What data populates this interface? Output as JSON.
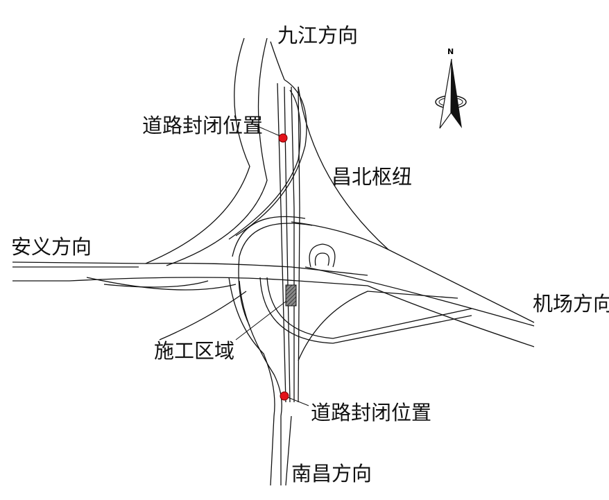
{
  "labels": {
    "north_direction": "九江方向",
    "west_direction": "安义方向",
    "east_direction": "机场方向",
    "south_direction": "南昌方向",
    "interchange": "昌北枢纽",
    "closure_north": "道路封闭位置",
    "closure_south": "道路封闭位置",
    "construction_zone": "施工区域"
  },
  "north_arrow": {
    "letter": "N"
  },
  "colors": {
    "closure_marker": "#e3131b",
    "construction_fill": "#555555",
    "roads": "#111111"
  }
}
